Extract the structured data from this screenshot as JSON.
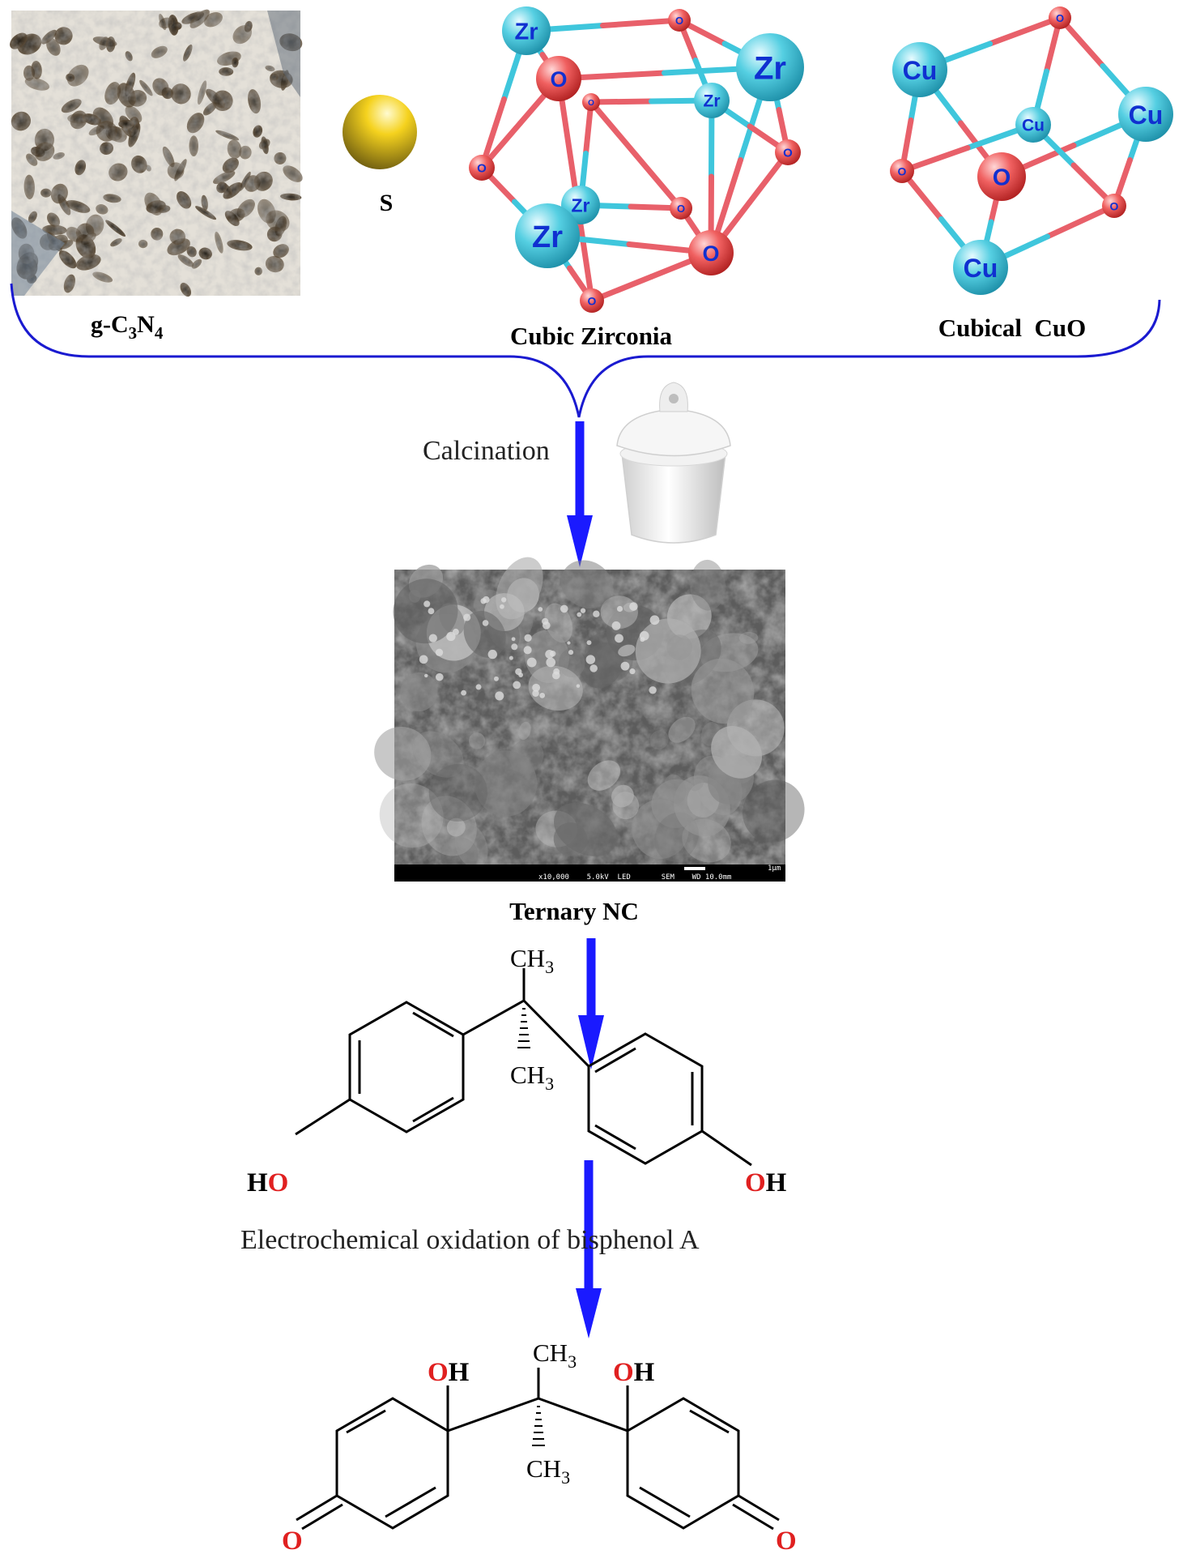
{
  "precursors": {
    "gcn": {
      "label_base": "g-C",
      "sub1": "3",
      "mid": "N",
      "sub2": "4"
    },
    "sulfur": {
      "label": "S"
    },
    "zirconia": {
      "label": "Cubic Zirconia",
      "metal": "Zr",
      "oxygen": "O"
    },
    "cuo": {
      "label": "Cubical  CuO",
      "metal": "Cu",
      "oxygen": "O"
    }
  },
  "process": {
    "step1_label": "Calcination",
    "product_label": "Ternary NC",
    "sem_scale_bar": "1μm",
    "sem_info": "x10,000    5.0kV  LED       SEM    WD 10.0mm",
    "step2_label": "Electrochemical oxidation of bisphenol A"
  },
  "bpa": {
    "ch3": "CH",
    "ch3_sub": "3",
    "ho_h": "H",
    "ho_o": "O",
    "oh_o": "O",
    "oh_h": "H"
  },
  "product": {
    "ch3": "CH",
    "ch3_sub": "3",
    "oh_o": "O",
    "oh_h": "H",
    "keto_o": "O"
  },
  "colors": {
    "arrow": "#1a1aff",
    "brace": "#1a1ad0",
    "oxygen_red": "#e02020",
    "metal_cyan": "#3fc6dc",
    "bond_red": "#e8606a",
    "atom_text": "#1030d0",
    "sulfur": "#e8c81a"
  }
}
